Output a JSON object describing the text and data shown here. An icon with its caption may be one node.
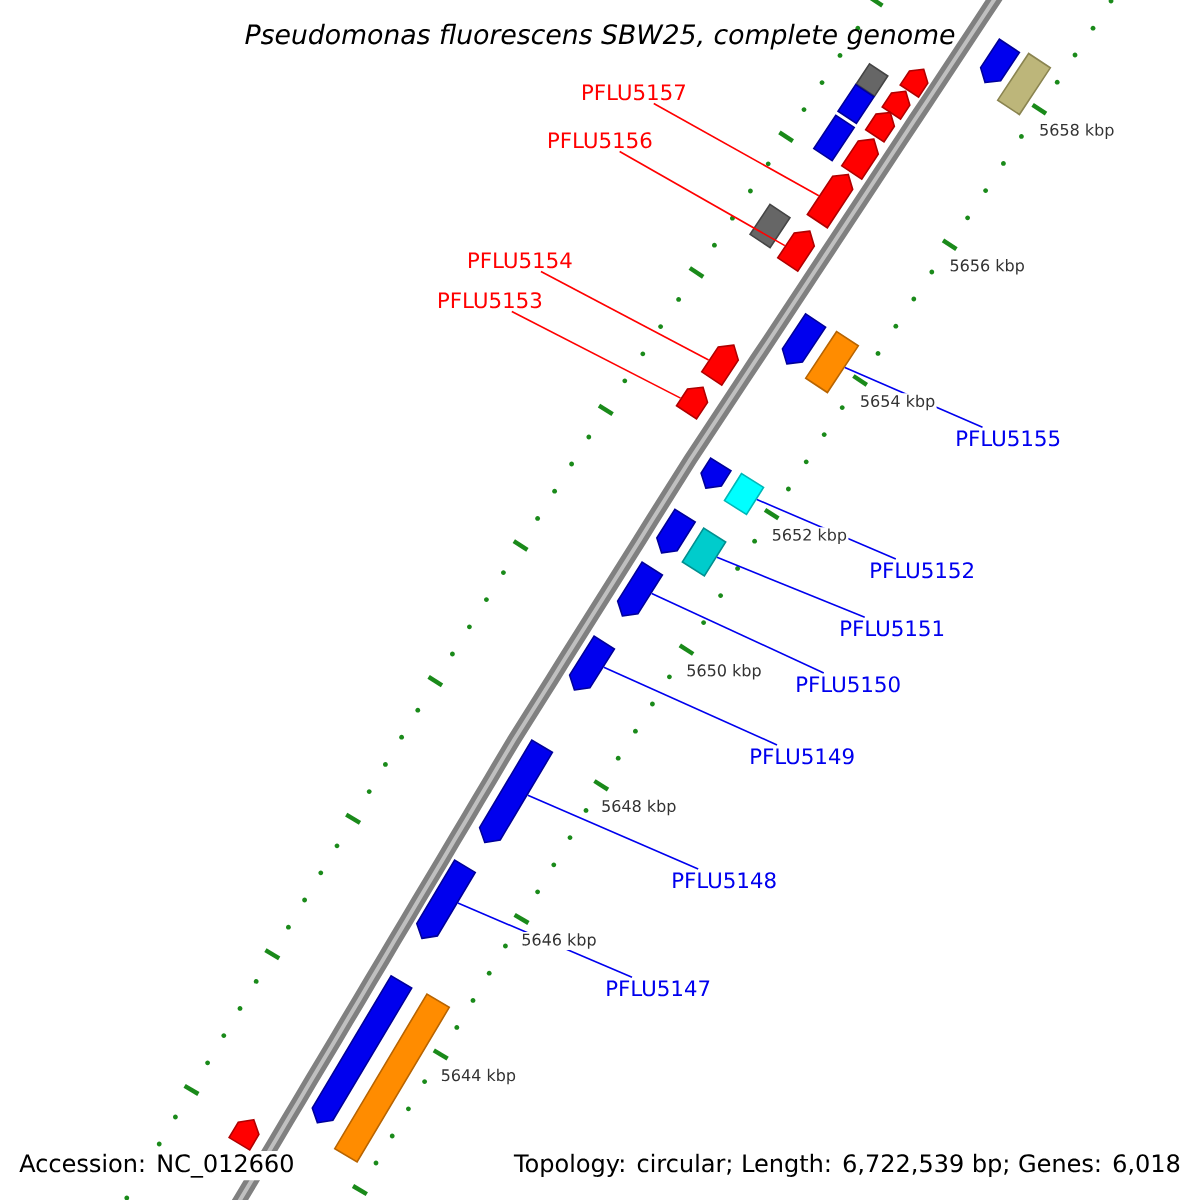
{
  "diagram": {
    "title": "Pseudomonas fluorescens SBW25, complete genome",
    "nodes": [
      {
        "text": [
          "PFLU5157"
        ]
      },
      {
        "text": [
          "PFLU5156"
        ]
      },
      {
        "text": [
          "PFLU5154"
        ]
      },
      {
        "text": [
          "PFLU5153"
        ]
      },
      {
        "text": [
          "PFLU5155"
        ]
      },
      {
        "text": [
          "PFLU5152"
        ]
      },
      {
        "text": [
          "PFLU5151"
        ]
      },
      {
        "text": [
          "PFLU5150"
        ]
      },
      {
        "text": [
          "PFLU5149"
        ]
      },
      {
        "text": [
          "PFLU5148"
        ]
      },
      {
        "text": [
          "PFLU5147"
        ]
      },
      {
        "text": [],
        "shape": "arrow"
      },
      {
        "text": [],
        "shape": "box"
      },
      {
        "text": [],
        "shape": "box"
      },
      {
        "text": [],
        "shape": "arrow"
      },
      {
        "text": [],
        "shape": "arrow"
      },
      {
        "text": [],
        "shape": "box"
      },
      {
        "text": [],
        "shape": "arrow"
      },
      {
        "text": [],
        "shape": "box"
      },
      {
        "text": [],
        "shape": "arrow"
      },
      {
        "text": [],
        "shape": "arrow"
      },
      {
        "text": [],
        "shape": "box"
      },
      {
        "text": [],
        "shape": "arrow"
      },
      {
        "text": [],
        "shape": "arrow"
      },
      {
        "text": [],
        "shape": "box"
      },
      {
        "text": [],
        "shape": "arrow"
      },
      {
        "text": [],
        "shape": "arrow"
      },
      {
        "text": [],
        "shape": "arrow"
      },
      {
        "text": [],
        "shape": "box"
      },
      {
        "text": [],
        "shape": "arrow"
      },
      {
        "text": [],
        "shape": "box"
      },
      {
        "text": [],
        "shape": "arrow"
      },
      {
        "text": [],
        "shape": "arrow"
      },
      {
        "text": [],
        "shape": "arrow"
      },
      {
        "text": [],
        "shape": "arrow"
      },
      {
        "text": [],
        "shape": "arrow"
      },
      {
        "text": [],
        "shape": "box"
      },
      {
        "text": [],
        "shape": "arrow"
      }
    ],
    "edges": [
      {
        "from": 0,
        "to": 20,
        "arrow": "none",
        "color": "#ff0000"
      },
      {
        "from": 1,
        "to": 22,
        "arrow": "none",
        "color": "#ff0000"
      },
      {
        "from": 2,
        "to": 25,
        "arrow": "none",
        "color": "#ff0000"
      },
      {
        "from": 3,
        "to": 26,
        "arrow": "none",
        "color": "#ff0000"
      },
      {
        "from": 4,
        "to": 24,
        "arrow": "none"
      },
      {
        "from": 5,
        "to": 28,
        "arrow": "none"
      },
      {
        "from": 6,
        "to": 30,
        "arrow": "none"
      },
      {
        "from": 7,
        "to": 31,
        "arrow": "none"
      },
      {
        "from": 8,
        "to": 32,
        "arrow": "none"
      },
      {
        "from": 9,
        "to": 33,
        "arrow": "none"
      },
      {
        "from": 10,
        "to": 34,
        "arrow": "none"
      }
    ],
    "labels": [
      "5658 kbp",
      "5656 kbp",
      "5654 kbp",
      "5652 kbp",
      "5650 kbp",
      "5648 kbp",
      "5646 kbp",
      "5644 kbp",
      "Accession: NC_012660",
      "Topology: circular; Length: 6,722,539 bp; Genes: 6,018"
    ]
  }
}
